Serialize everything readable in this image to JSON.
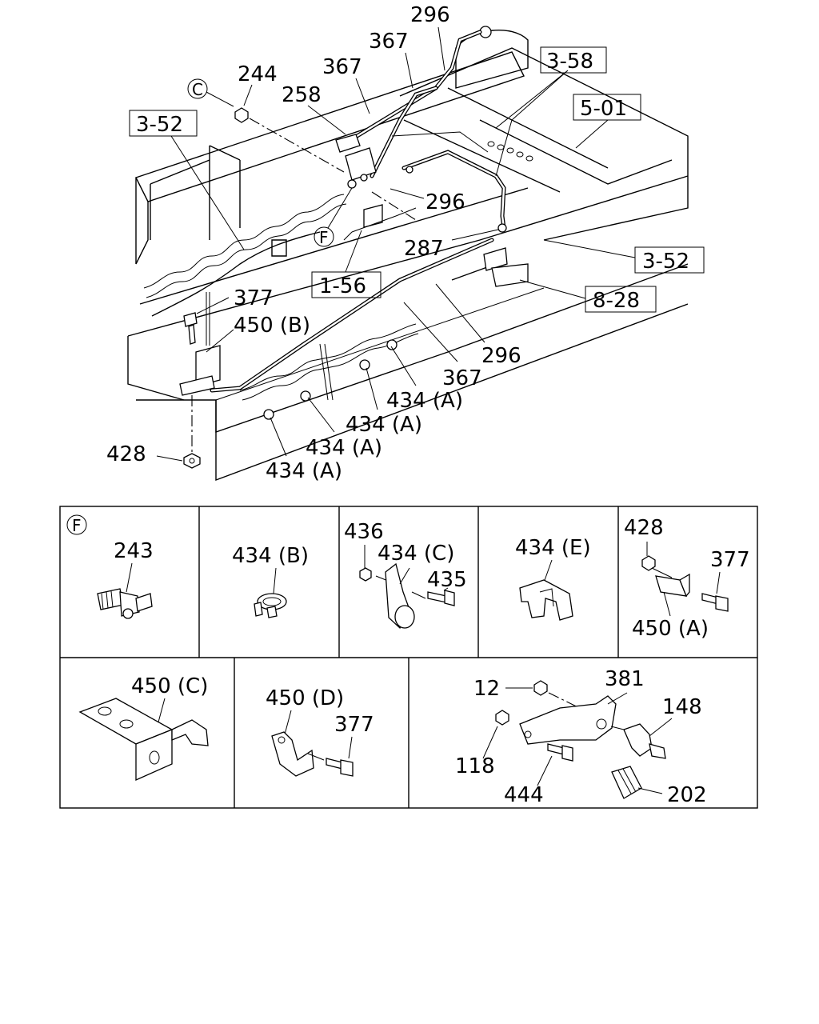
{
  "diagram": {
    "callouts": {
      "p296_top": "296",
      "p367_a": "367",
      "p367_b": "367",
      "p244": "244",
      "p258": "258",
      "p296_mid": "296",
      "p287": "287",
      "p377": "377",
      "p450b": "450 (B)",
      "p296_low": "296",
      "p367_low": "367",
      "p434a_1": "434 (A)",
      "p434a_2": "434 (A)",
      "p434a_3": "434 (A)",
      "p434a_4": "434 (A)",
      "p428": "428"
    },
    "refs": {
      "r358": "3-58",
      "r501": "5-01",
      "r352_left": "3-52",
      "r352_right": "3-52",
      "r156": "1-56",
      "r828": "8-28"
    },
    "circle_markers": {
      "c_main": "C",
      "f_main": "F"
    },
    "details": {
      "f_panel": {
        "marker": "F",
        "part": "243"
      },
      "clamp_b": {
        "part": "434 (B)"
      },
      "clamp_c": {
        "p436": "436",
        "p434c": "434 (C)",
        "p435": "435"
      },
      "clamp_e": {
        "part": "434 (E)"
      },
      "bracket_a": {
        "p428": "428",
        "p377": "377",
        "p450a": "450 (A)"
      },
      "bracket_c": {
        "part": "450 (C)"
      },
      "bracket_d": {
        "p450d": "450 (D)",
        "p377": "377"
      },
      "valve_assy": {
        "p12": "12",
        "p381": "381",
        "p148": "148",
        "p118": "118",
        "p444": "444",
        "p202": "202"
      }
    }
  }
}
